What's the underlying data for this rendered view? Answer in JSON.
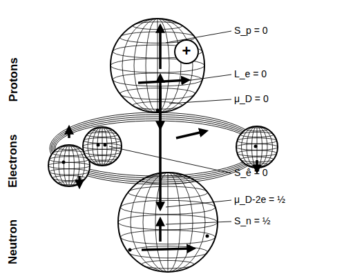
{
  "diagram": {
    "labels": [
      "Protons",
      "Electrons",
      "Neutron",
      "+",
      "S_p = 0",
      "L_e = 0",
      "μ_D = 0",
      "S_ê = 0",
      "μ_D-2e = ½",
      "S_n = ½"
    ]
  }
}
